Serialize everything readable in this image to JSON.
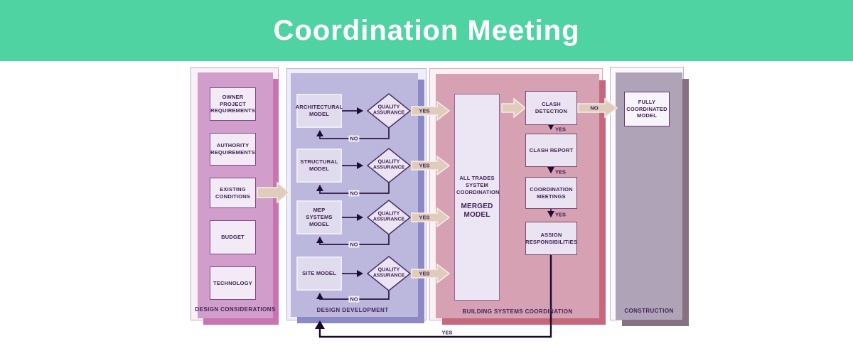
{
  "header": {
    "title": "Coordination Meeting"
  },
  "lanes": {
    "design_considerations": {
      "label": "DESIGN CONSIDERATIONS",
      "items": [
        "OWNER PROJECT REQUIREMENTS",
        "AUTHORITY REQUIREMENTS",
        "EXISTING CONDITIONS",
        "BUDGET",
        "TECHNOLOGY"
      ]
    },
    "design_development": {
      "label": "DESIGN DEVELOPMENT",
      "rows": [
        {
          "model": "ARCHITECTURAL MODEL",
          "qa": "QUALITY ASSURANCE",
          "yes": "YES",
          "no": "NO"
        },
        {
          "model": "STRUCTURAL MODEL",
          "qa": "QUALITY ASSURANCE",
          "yes": "YES",
          "no": "NO"
        },
        {
          "model": "MEP SYSTEMS MODEL",
          "qa": "QUALITY ASSURANCE",
          "yes": "YES",
          "no": "NO"
        },
        {
          "model": "SITE MODEL",
          "qa": "QUALITY ASSURANCE",
          "yes": "YES",
          "no": "NO"
        }
      ]
    },
    "building_systems_coordination": {
      "label": "BUILDING SYSTEMS COORDINATION",
      "merged_model": {
        "title": "ALL TRADES SYSTEM COORDINATION",
        "subtitle": "MERGED MODEL"
      },
      "steps": [
        "CLASH DETECTION",
        "CLASH REPORT",
        "COORDINATION MEETINGS",
        "ASSIGN RESPONSIBILITIES"
      ],
      "step_yes": "YES",
      "clash_no": "NO"
    },
    "construction": {
      "label": "CONSTRUCTION",
      "items": [
        "FULLY COORDINATED MODEL"
      ]
    }
  },
  "feedback_loop": {
    "label": "YES"
  },
  "colors": {
    "header_bg": "#4fd3a3",
    "lane_design_considerations": "#d19dca",
    "lane_design_development": "#bcb7dd",
    "lane_building_systems": "#d6a1b2",
    "lane_construction": "#aea3b7",
    "block_arrow": "#e0ccbd",
    "connector_line": "#2b1444",
    "text": "#3f2355"
  }
}
